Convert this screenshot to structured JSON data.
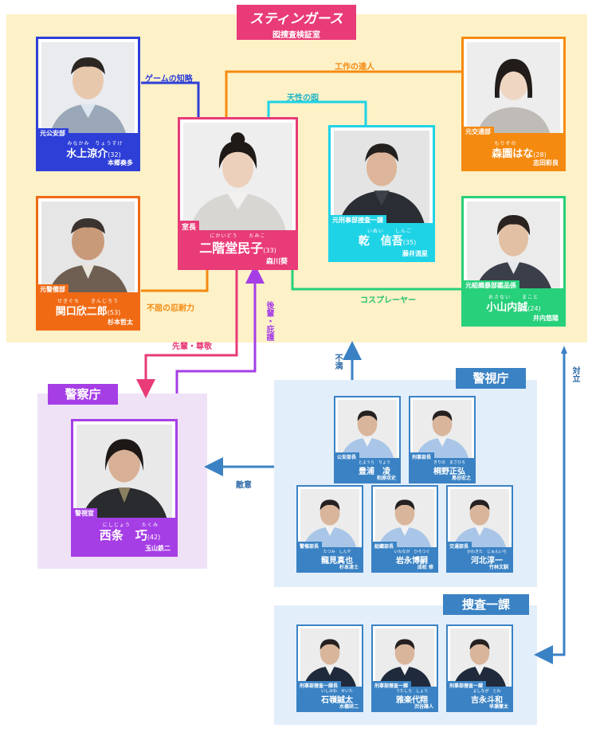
{
  "stingers": {
    "title": "スティンガース",
    "subtitle": "囮捜査検証室"
  },
  "keisatsucho": {
    "title": "警察庁"
  },
  "keishicho": {
    "title": "警視庁"
  },
  "sousa": {
    "title": "捜査一課"
  },
  "relations": {
    "game": "ゲームの知略",
    "kousaku": "工作の達人",
    "tensei": "天性の囮",
    "fukutsu": "不屈の忍耐力",
    "cosplay": "コスプレーヤー",
    "senpai": "先輩・尊敬",
    "kouhai": "後輩・庇護",
    "fuman": "不満",
    "taiko": "対立",
    "tekii": "敵意"
  },
  "cards": {
    "mizukami": {
      "role": "元公安部",
      "ruby": "みなかみ　りょうすけ",
      "name": "水上涼介",
      "age": "(32)",
      "actor": "本郷奏多"
    },
    "nikaido": {
      "role": "室長",
      "ruby": "にかいどう　　たみこ",
      "name": "二階堂民子",
      "age": "(33)",
      "actor": "森川葵"
    },
    "inui": {
      "role": "元刑事部捜査一課",
      "ruby": "いぬい　　しんご",
      "name": "乾　信吾",
      "age": "(35)",
      "actor": "藤井流星"
    },
    "morizono": {
      "role": "元交通部",
      "ruby": "もりぞの",
      "name": "森園はな",
      "age": "(28)",
      "actor": "志田彩良"
    },
    "sekiguchi": {
      "role": "元警備部",
      "ruby": "せきぐち　　きんじろう",
      "name": "関口欣二郎",
      "age": "(53)",
      "actor": "杉本哲太"
    },
    "koyama": {
      "role": "元組織暴部鑑品係",
      "ruby": "おさない　　まこと",
      "name": "小山内誠",
      "age": "(24)",
      "actor": "井内悠陽"
    },
    "saijo": {
      "role": "警視官",
      "ruby": "にしじょう　　たくみ",
      "name": "西条　巧",
      "age": "(42)",
      "actor": "玉山鉄二"
    },
    "toyoura": {
      "role": "公安部長",
      "ruby": "とようら　りょう",
      "name": "豊浦　凌",
      "actor": "柏原収史"
    },
    "kirino": {
      "role": "刑事部長",
      "ruby": "きりの　まさひろ",
      "name": "桐野正弘",
      "actor": "鳥谷宏之"
    },
    "tatsumi": {
      "role": "警備部長",
      "ruby": "たつみ　しんや",
      "name": "龍見真也",
      "actor": "杉本凌士"
    },
    "iwanaga": {
      "role": "組織部長",
      "ruby": "いわなが　ひろつぐ",
      "name": "岩永博嗣",
      "actor": "成松 修"
    },
    "kawakita": {
      "role": "交通部長",
      "ruby": "かわきた　じゅんいち",
      "name": "河北淳一",
      "actor": "竹林文馴"
    },
    "ishimine": {
      "role": "刑事部捜査一課長",
      "ruby": "いしみね　せいた",
      "name": "石嶺誠太",
      "actor": "水橋研二"
    },
    "gaku": {
      "role": "刑事部捜査一課",
      "ruby": "うたしろ　しょう",
      "name": "雅楽代翔",
      "actor": "渋谷謙人"
    },
    "yoshinaga": {
      "role": "刑事部捜査一課",
      "ruby": "よしなが　とわ",
      "name": "吉永斗和",
      "actor": "早瀬憲太"
    }
  },
  "colors": {
    "stingers_bg": "#fdf1c8",
    "pink": "#e83b78",
    "blue": "#2e3fd8",
    "cyan": "#1fd3e6",
    "orange": "#f58a10",
    "green": "#27d07a",
    "purple": "#a63ee6",
    "lavender": "#efe2f7",
    "police_bg": "#e3eefb",
    "police_blue": "#3a82c4"
  }
}
